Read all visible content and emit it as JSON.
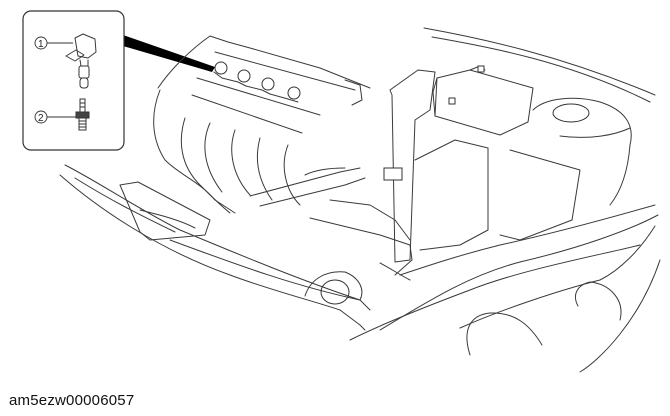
{
  "figure": {
    "id_label": "am5ezw00006057",
    "subject": "engine bay with ignition coils and spark plugs"
  },
  "inset": {
    "callouts": [
      {
        "number": "1",
        "part": "ignition-coil"
      },
      {
        "number": "2",
        "part": "spark-plug"
      }
    ]
  },
  "colors": {
    "line": "#3a3a3a",
    "background": "#ffffff",
    "leader_fill": "#000000"
  }
}
